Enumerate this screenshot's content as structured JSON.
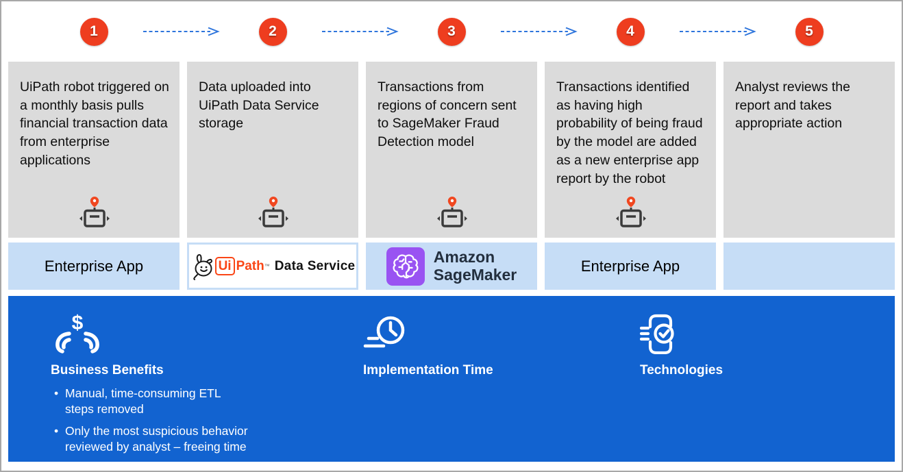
{
  "palette": {
    "step_circle_orange": "#EE3D1F",
    "arrow_blue": "#2E75DC",
    "box_gray": "#DBDBDB",
    "platform_light_blue": "#C6DDF6",
    "panel_blue": "#1263D0",
    "uipath_orange": "#FA4616",
    "sagemaker_purple": "#9953F2",
    "sagemaker_navy": "#232F3E",
    "robot_body_gray": "#3B3B3B"
  },
  "icons": {
    "robot": "uipath-robot-icon",
    "flow_arrow": "dashed-arrow-icon",
    "benefits": "hands-dollar-icon",
    "implementation": "clock-speed-icon",
    "technologies": "document-check-icon",
    "uipath_mascot": "uipath-mascot-icon",
    "sagemaker": "sagemaker-brain-icon"
  },
  "steps": [
    {
      "number": "1",
      "description": "UiPath robot triggered on a monthly basis pulls financial transaction data from enterprise applications"
    },
    {
      "number": "2",
      "description": "Data uploaded into UiPath Data Service storage"
    },
    {
      "number": "3",
      "description": "Transactions from regions of concern sent to SageMaker Fraud Detection model"
    },
    {
      "number": "4",
      "description": "Transactions identified as having high probability of being fraud by the model are added as a new enterprise app report by the robot"
    },
    {
      "number": "5",
      "description": "Analyst reviews the report and takes appropriate action"
    }
  ],
  "platforms": {
    "enterprise_app_1": "Enterprise App",
    "uipath": {
      "ui": "Ui",
      "path": "Path",
      "tm": "™",
      "suffix": "Data Service"
    },
    "sagemaker": {
      "text": "Amazon\nSageMaker"
    },
    "enterprise_app_2": "Enterprise App"
  },
  "panel": {
    "benefits": {
      "title": "Business Benefits",
      "bullets": [
        "Manual, time-consuming ETL\nsteps removed",
        "Only the most suspicious behavior\nreviewed by analyst – freeing time"
      ]
    },
    "implementation": {
      "title": "Implementation Time"
    },
    "technologies": {
      "title": "Technologies"
    }
  }
}
